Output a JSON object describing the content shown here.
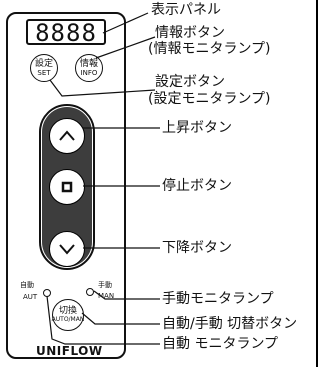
{
  "display": {
    "digits": "8888"
  },
  "buttons": {
    "info": {
      "line1": "情報",
      "line2": "INFO"
    },
    "set": {
      "line1": "設定",
      "line2": "SET"
    },
    "auto_manual": {
      "line1": "切換",
      "line2": "AUTO/MAN"
    }
  },
  "lamps": {
    "auto": {
      "line1": "自動",
      "line2": "AUT"
    },
    "manual": {
      "line1": "手動",
      "line2": "MAN"
    }
  },
  "logo": "UNIFLOW",
  "labels": {
    "display_panel": "表示パネル",
    "info_button": "情報ボタン",
    "info_lamp": "(情報モニタランプ)",
    "set_button": "設定ボタン",
    "set_lamp": "(設定モニタランプ)",
    "up_button": "上昇ボタン",
    "stop_button": "停止ボタン",
    "down_button": "下降ボタン",
    "manual_lamp": "手動モニタランプ",
    "switch_button": "自動/手動 切替ボタン",
    "auto_lamp": "自動 モニタランプ"
  },
  "icons": {
    "up": "chevron-up-icon",
    "stop": "square-icon",
    "down": "chevron-down-icon"
  }
}
